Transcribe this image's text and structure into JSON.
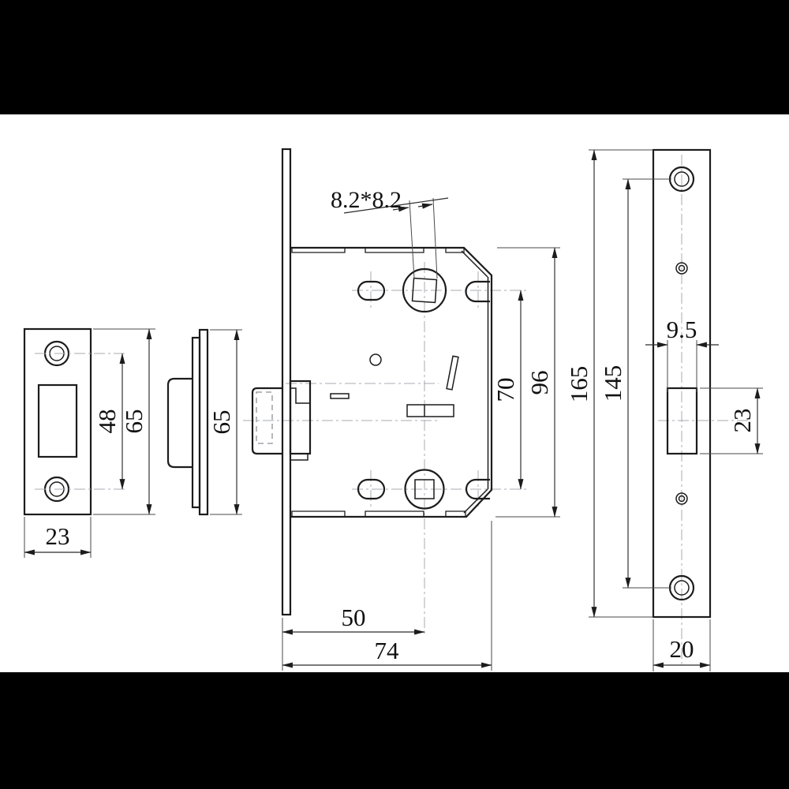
{
  "drawing": {
    "type": "technical-drawing",
    "subject": "mortise-lock-dimension-drawing",
    "background_color": "#ffffff",
    "letterbox_color": "#000000",
    "line_color": "#1c1c1c",
    "centerline_color": "#a7abb0",
    "views": {
      "strike_front": {
        "label": "strike-plate-front-view",
        "dims": {
          "screw_spacing": "48",
          "height": "65",
          "width": "23"
        }
      },
      "strike_side": {
        "label": "strike-plate-side-view",
        "dims": {
          "height": "65"
        }
      },
      "lock_body": {
        "label": "lock-case-side-view",
        "dims": {
          "spindle_hole": "8.2*8.2",
          "spindle_spacing": "70",
          "case_height": "96",
          "backset": "50",
          "case_depth": "74"
        }
      },
      "faceplate": {
        "label": "faceplate-front-view",
        "dims": {
          "latch_hole_width": "9.5",
          "latch_hole_height": "23",
          "plate_height": "165",
          "screw_spacing": "145",
          "plate_width": "20"
        }
      }
    }
  }
}
